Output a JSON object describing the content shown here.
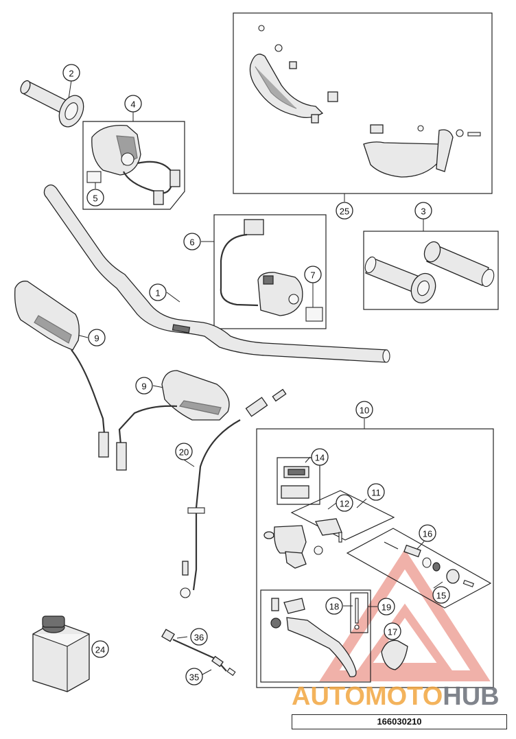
{
  "diagram": {
    "callouts": [
      {
        "id": "c1",
        "label": "1"
      },
      {
        "id": "c2",
        "label": "2"
      },
      {
        "id": "c3",
        "label": "3"
      },
      {
        "id": "c4",
        "label": "4"
      },
      {
        "id": "c5",
        "label": "5"
      },
      {
        "id": "c6",
        "label": "6"
      },
      {
        "id": "c7",
        "label": "7"
      },
      {
        "id": "c9a",
        "label": "9"
      },
      {
        "id": "c9b",
        "label": "9"
      },
      {
        "id": "c10",
        "label": "10"
      },
      {
        "id": "c11",
        "label": "11"
      },
      {
        "id": "c12",
        "label": "12"
      },
      {
        "id": "c14",
        "label": "14"
      },
      {
        "id": "c15",
        "label": "15"
      },
      {
        "id": "c16",
        "label": "16"
      },
      {
        "id": "c17",
        "label": "17"
      },
      {
        "id": "c18",
        "label": "18"
      },
      {
        "id": "c19",
        "label": "19"
      },
      {
        "id": "c20",
        "label": "20"
      },
      {
        "id": "c24",
        "label": "24"
      },
      {
        "id": "c25",
        "label": "25"
      },
      {
        "id": "c35",
        "label": "35"
      },
      {
        "id": "c36",
        "label": "36"
      }
    ],
    "part_number": "166030210",
    "watermark": {
      "part1": "AUTO",
      "part2": "MOTO",
      "part3": "HUB",
      "color": "#f0a8a0"
    }
  }
}
